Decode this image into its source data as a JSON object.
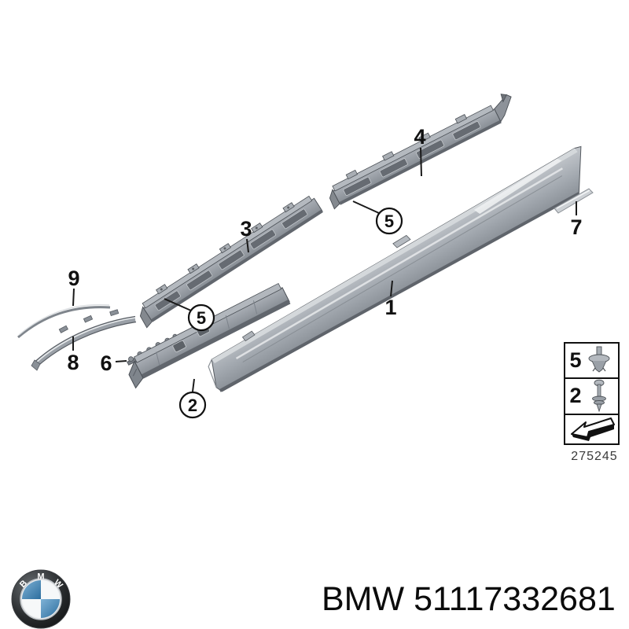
{
  "diagram": {
    "number": "275245",
    "callouts": [
      {
        "label": "1",
        "circled": false
      },
      {
        "label": "2",
        "circled": true
      },
      {
        "label": "3",
        "circled": false
      },
      {
        "label": "4",
        "circled": false
      },
      {
        "label": "5",
        "circled": true
      },
      {
        "label": "5",
        "circled": true
      },
      {
        "label": "6",
        "circled": false
      },
      {
        "label": "7",
        "circled": false
      },
      {
        "label": "8",
        "circled": false
      },
      {
        "label": "9",
        "circled": false
      }
    ],
    "legend": {
      "rows": [
        {
          "label": "5",
          "icon": "expansion-rivet-icon"
        },
        {
          "label": "2",
          "icon": "push-rivet-icon"
        }
      ],
      "arrow_icon": "direction-arrow-icon"
    },
    "colors": {
      "part_light": "#d4d8db",
      "part_mid": "#9aa0a7",
      "part_dark": "#6a6f76",
      "outline": "#4a4f55",
      "label_ink": "#111111"
    }
  },
  "footer": {
    "brand": "BMW",
    "part_number": "51117332681",
    "logo_letters": [
      "B",
      "M",
      "W"
    ],
    "logo_blue": "#3d7fae"
  }
}
